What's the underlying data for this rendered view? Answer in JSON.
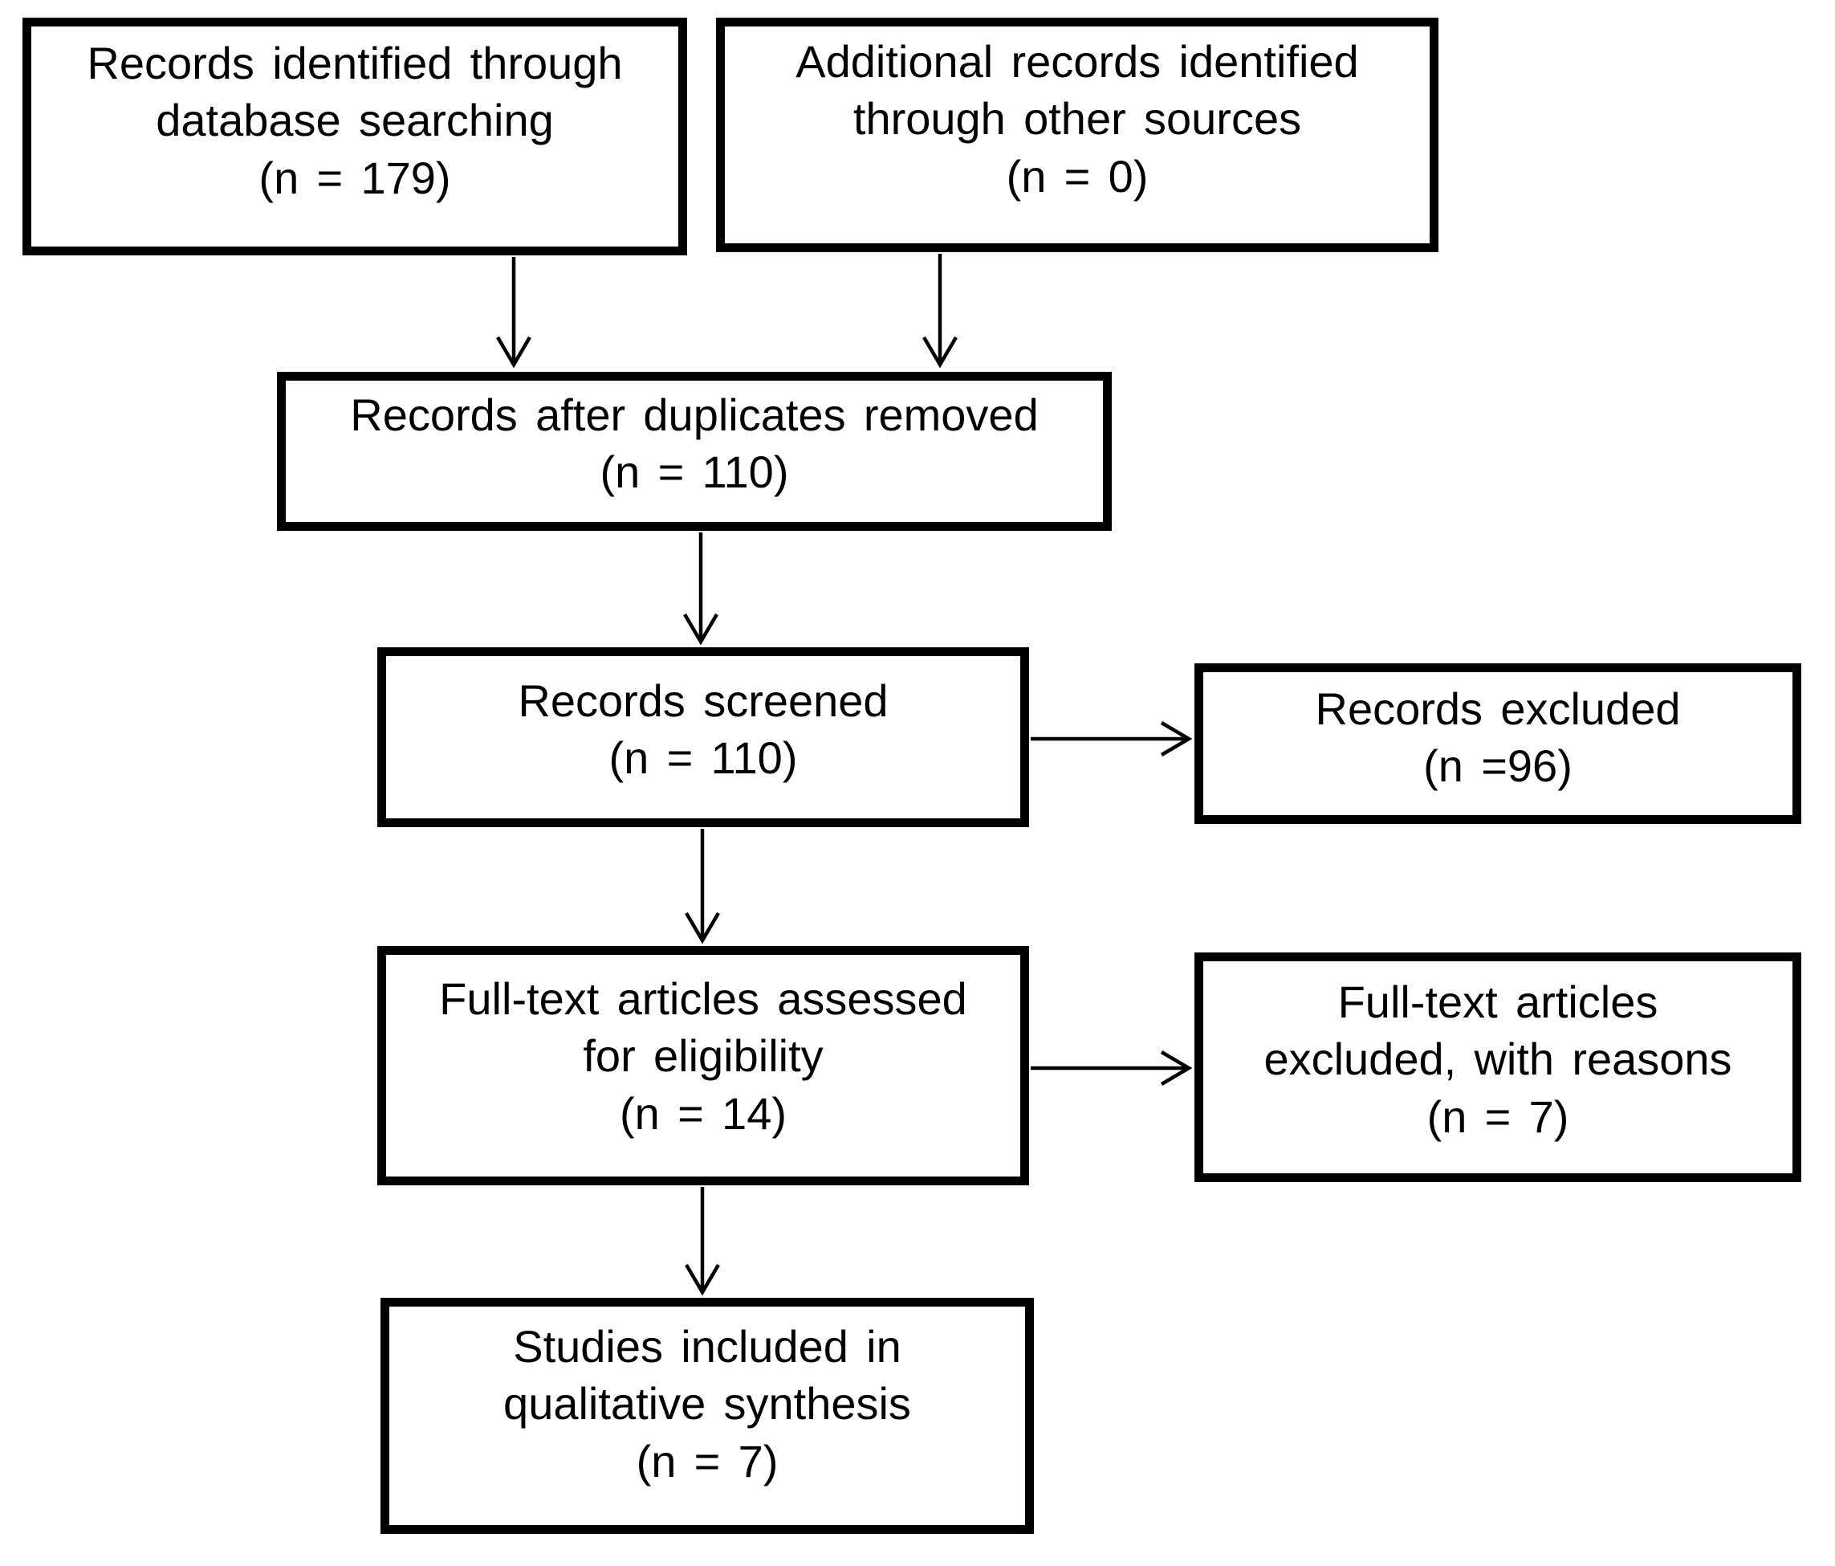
{
  "diagram": {
    "type": "flowchart",
    "colors": {
      "border": "#000000",
      "text": "#000000",
      "background": "#ffffff"
    },
    "boxes": [
      {
        "id": "records-identified",
        "lines": [
          "Records identified through",
          "database searching",
          "(n = 179)"
        ]
      },
      {
        "id": "additional-records",
        "lines": [
          "Additional records identified",
          "through other sources",
          "(n = 0)"
        ]
      },
      {
        "id": "records-after-duplicates",
        "lines": [
          "Records after duplicates removed",
          "(n = 110)"
        ]
      },
      {
        "id": "records-screened",
        "lines": [
          "Records screened",
          "(n = 110)"
        ]
      },
      {
        "id": "records-excluded",
        "lines": [
          "Records excluded",
          "(n =96)"
        ]
      },
      {
        "id": "fulltext-assessed",
        "lines": [
          "Full-text articles assessed",
          "for eligibility",
          "(n = 14)"
        ]
      },
      {
        "id": "fulltext-excluded",
        "lines": [
          "Full-text articles",
          "excluded, with reasons",
          "(n = 7)"
        ]
      },
      {
        "id": "studies-included",
        "lines": [
          "Studies included in",
          "qualitative synthesis",
          "(n = 7)"
        ]
      }
    ],
    "connections": [
      {
        "from": "records-identified",
        "to": "records-after-duplicates"
      },
      {
        "from": "additional-records",
        "to": "records-after-duplicates"
      },
      {
        "from": "records-after-duplicates",
        "to": "records-screened"
      },
      {
        "from": "records-screened",
        "to": "records-excluded"
      },
      {
        "from": "records-screened",
        "to": "fulltext-assessed"
      },
      {
        "from": "fulltext-assessed",
        "to": "fulltext-excluded"
      },
      {
        "from": "fulltext-assessed",
        "to": "studies-included"
      }
    ]
  }
}
